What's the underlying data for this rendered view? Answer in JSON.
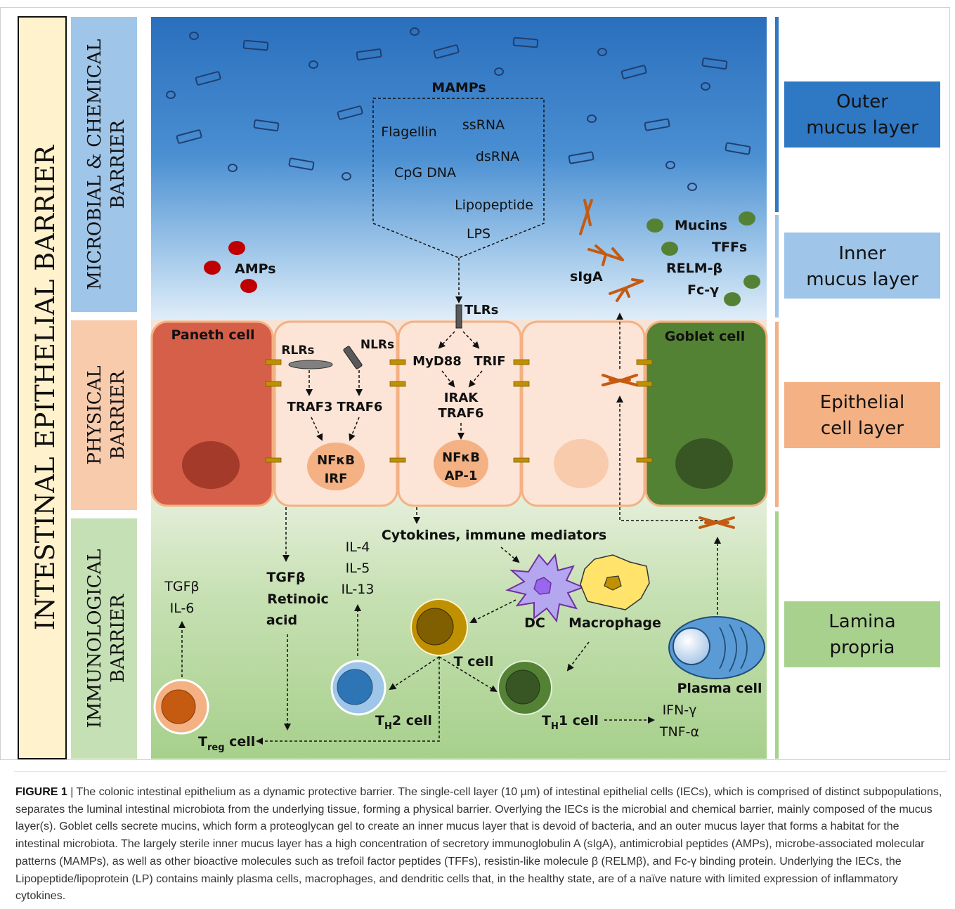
{
  "main_title": "INTESTINAL EPITHELIAL BARRIER",
  "barriers": {
    "microbial_line1": "MICROBIAL & CHEMICAL",
    "microbial_line2": "BARRIER",
    "physical_line1": "PHYSICAL",
    "physical_line2": "BARRIER",
    "immunological_line1": "IMMUNOLOGICAL",
    "immunological_line2": "BARRIER"
  },
  "layers": {
    "outer_line1": "Outer",
    "outer_line2": "mucus layer",
    "inner_line1": "Inner",
    "inner_line2": "mucus layer",
    "epithelial_line1": "Epithelial",
    "epithelial_line2": "cell layer",
    "lamina_line1": "Lamina",
    "lamina_line2": "propria"
  },
  "mamps": {
    "title": "MAMPs",
    "flagellin": "Flagellin",
    "ssrna": "ssRNA",
    "dsrna": "dsRNA",
    "cpg": "CpG DNA",
    "lipopeptide": "Lipopeptide",
    "lps": "LPS"
  },
  "lumen": {
    "amps": "AMPs",
    "siga": "sIgA",
    "mucins": "Mucins",
    "tffs": "TFFs",
    "relm": "RELM-β",
    "fc": "Fc-γ"
  },
  "cells": {
    "paneth": "Paneth cell",
    "goblet": "Goblet cell",
    "rlrs": "RLRs",
    "nlrs": "NLRs",
    "traf3": "TRAF3",
    "traf6_a": "TRAF6",
    "nfkb_1": "NFκB",
    "irf": "IRF",
    "tlrs": "TLRs",
    "myd88": "MyD88",
    "trif": "TRIF",
    "irak": "IRAK",
    "traf6_b": "TRAF6",
    "nfkb_2": "NFκB",
    "ap1": "AP-1"
  },
  "immune": {
    "cytokines": "Cytokines, immune mediators",
    "il4": "IL-4",
    "il5": "IL-5",
    "il13": "IL-13",
    "tgfb_a": "TGFβ",
    "il6": "IL-6",
    "tgfb_b": "TGFβ",
    "retinoic": "Retinoic",
    "acid": "acid",
    "dc": "DC",
    "macrophage": "Macrophage",
    "tcell": "T cell",
    "th2_main": "T",
    "th2_sub": "H",
    "th2_rest": "2 cell",
    "th1_main": "T",
    "th1_sub": "H",
    "th1_rest": "1 cell",
    "treg_main": "T",
    "treg_sub": "reg",
    "treg_rest": " cell",
    "plasma": "Plasma cell",
    "ifn": "IFN-γ",
    "tnf": "TNF-α"
  },
  "caption": {
    "label": "FIGURE 1",
    "text": " | The colonic intestinal epithelium as a dynamic protective barrier. The single-cell layer (10 µm) of intestinal epithelial cells (IECs), which is comprised of distinct subpopulations, separates the luminal intestinal microbiota from the underlying tissue, forming a physical barrier. Overlying the IECs is the microbial and chemical barrier, mainly composed of the mucus layer(s). Goblet cells secrete mucins, which form a proteoglycan gel to create an inner mucus layer that is devoid of bacteria, and an outer mucus layer that forms a habitat for the intestinal microbiota. The largely sterile inner mucus layer has a high concentration of secretory immunoglobulin A (sIgA), antimicrobial peptides (AMPs), microbe-associated molecular patterns (MAMPs), as well as other bioactive molecules such as trefoil factor peptides (TFFs), resistin-like molecule β (RELMβ), and Fc-γ binding protein. Underlying the IECs, the Lipopeptide/lipoprotein (LP) contains mainly plasma cells, macrophages, and dendritic cells that, in the healthy state, are of a naïve nature with limited expression of inflammatory cytokines."
  },
  "colors": {
    "outer_mucus": "#2f78c4",
    "inner_mucus": "#9fc5e8",
    "epithelial": "#f4b183",
    "lamina": "#a9d18e",
    "paneth": "#d65f49",
    "goblet": "#548235",
    "amp_red": "#c00000",
    "mucin_green": "#548235",
    "antibody": "#c55a11",
    "junction": "#bf9000",
    "title_band": "#fff2cc"
  }
}
